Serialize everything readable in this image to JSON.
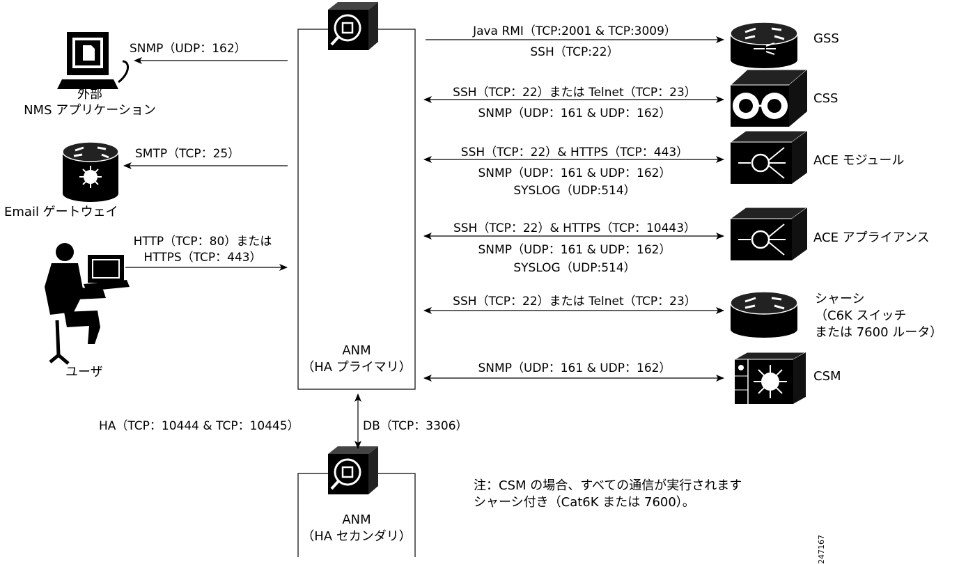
{
  "left_devices": {
    "nms": "外部\nNMS アプリケーション",
    "email": "Email ゲートウェイ",
    "user": "ユーザ"
  },
  "left_links": {
    "snmp": "SNMP（UDP：162）",
    "smtp": "SMTP（TCP：25）",
    "http_line1": "HTTP（TCP：80）または",
    "http_line2": "HTTPS（TCP：443）"
  },
  "anm_primary": "ANM\n（HA プライマリ）",
  "anm_secondary": "ANM\n（HA セカンダリ）",
  "ha_link": {
    "left": "HA（TCP：10444 & TCP：10445）",
    "right": "DB（TCP：3306）"
  },
  "right_devices": {
    "gss": "GSS",
    "css": "CSS",
    "ace_module": "ACE モジュール",
    "ace_appliance": "ACE アプライアンス",
    "chassis": "シャーシ\n（C6K スイッチ\nまたは 7600 ルータ）",
    "csm": "CSM"
  },
  "right_links": {
    "gss_1": "Java RMI（TCP:2001 & TCP:3009）",
    "gss_2": "SSH（TCP:22）",
    "css_1": "SSH（TCP：22）または Telnet（TCP：23）",
    "css_2": "SNMP（UDP：161 & UDP：162）",
    "acem_1": "SSH（TCP：22）& HTTPS（TCP：443）",
    "acem_2": "SNMP（UDP：161 & UDP：162）",
    "acem_3": "SYSLOG（UDP:514）",
    "acea_1": "SSH（TCP：22）& HTTPS（TCP：10443）",
    "acea_2": "SNMP（UDP：161 & UDP：162）",
    "acea_3": "SYSLOG（UDP:514）",
    "chassis_1": "SSH（TCP：22）または Telnet（TCP：23）",
    "csm_1": "SNMP（UDP：161 & UDP：162）"
  },
  "note": "注：CSM の場合、すべての通信が実行されます\nシャーシ付き（Cat6K または 7600）。",
  "figure_id": "247167"
}
